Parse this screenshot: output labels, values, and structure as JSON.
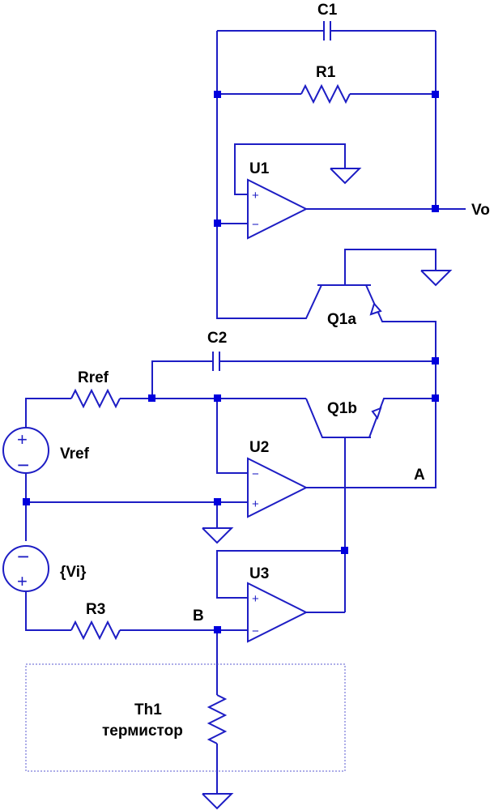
{
  "colors": {
    "wire": "#1d1dc4",
    "text": "#000000",
    "dot": "#0000dd",
    "frame": "#5a5ad0"
  },
  "labels": {
    "c1": "C1",
    "r1": "R1",
    "u1": "U1",
    "vo": "Vo",
    "q1a": "Q1a",
    "c2": "C2",
    "rref": "Rref",
    "q1b": "Q1b",
    "vref": "Vref",
    "u2": "U2",
    "a": "A",
    "vi": "{Vi}",
    "u3": "U3",
    "r3": "R3",
    "b": "B",
    "th1": "Th1",
    "thermistor": "термистор"
  },
  "symbols": {
    "plus": "+",
    "minus": "−"
  }
}
